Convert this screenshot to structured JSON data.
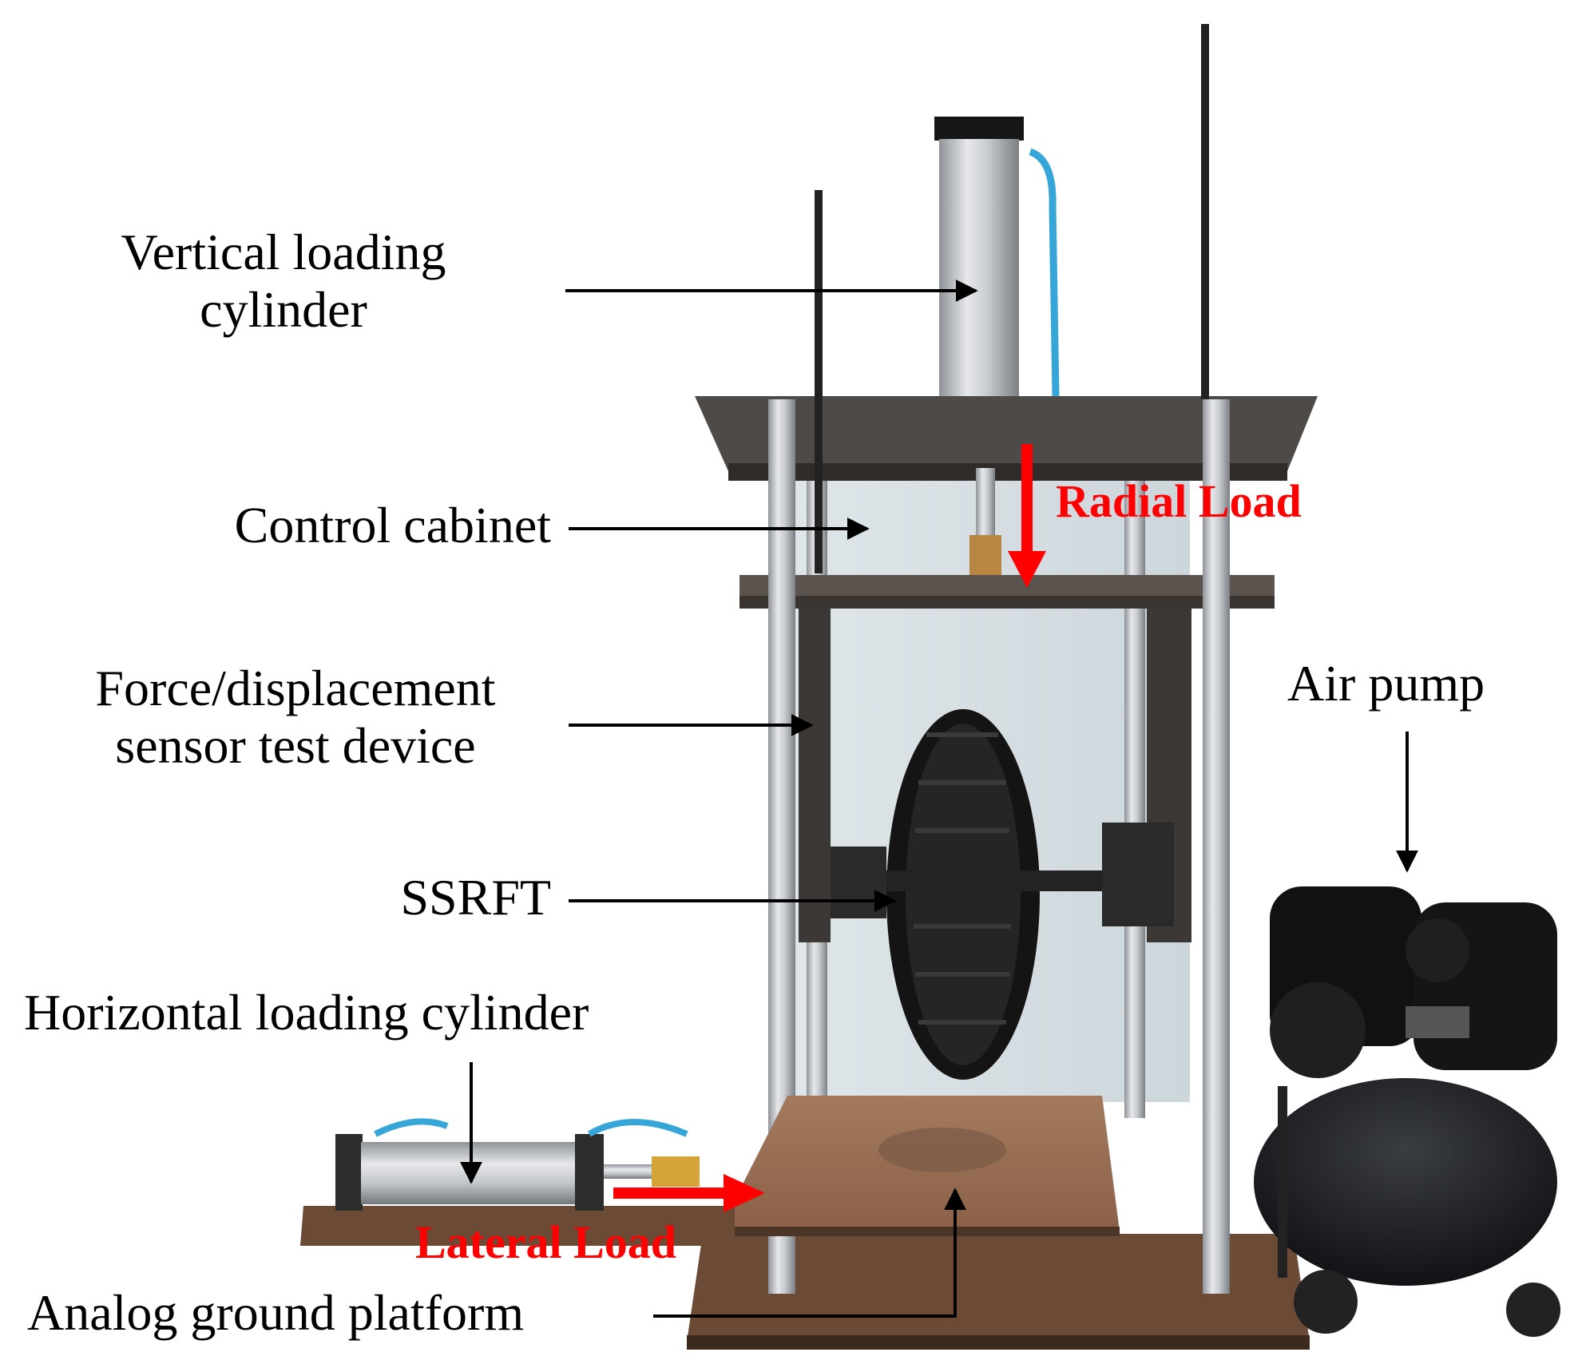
{
  "labels": {
    "vertical_cylinder": [
      "Vertical loading",
      "cylinder"
    ],
    "control_cabinet": "Control cabinet",
    "force_sensor": [
      "Force/displacement",
      "sensor test device"
    ],
    "ssrft": "SSRFT",
    "horizontal_cylinder": "Horizontal loading cylinder",
    "analog_ground": "Analog ground platform",
    "air_pump": "Air pump",
    "radial_load": "Radial Load",
    "lateral_load": "Lateral Load"
  },
  "colors": {
    "label_text": "#000000",
    "load_arrow": "#ff0000",
    "background": "#ffffff"
  }
}
